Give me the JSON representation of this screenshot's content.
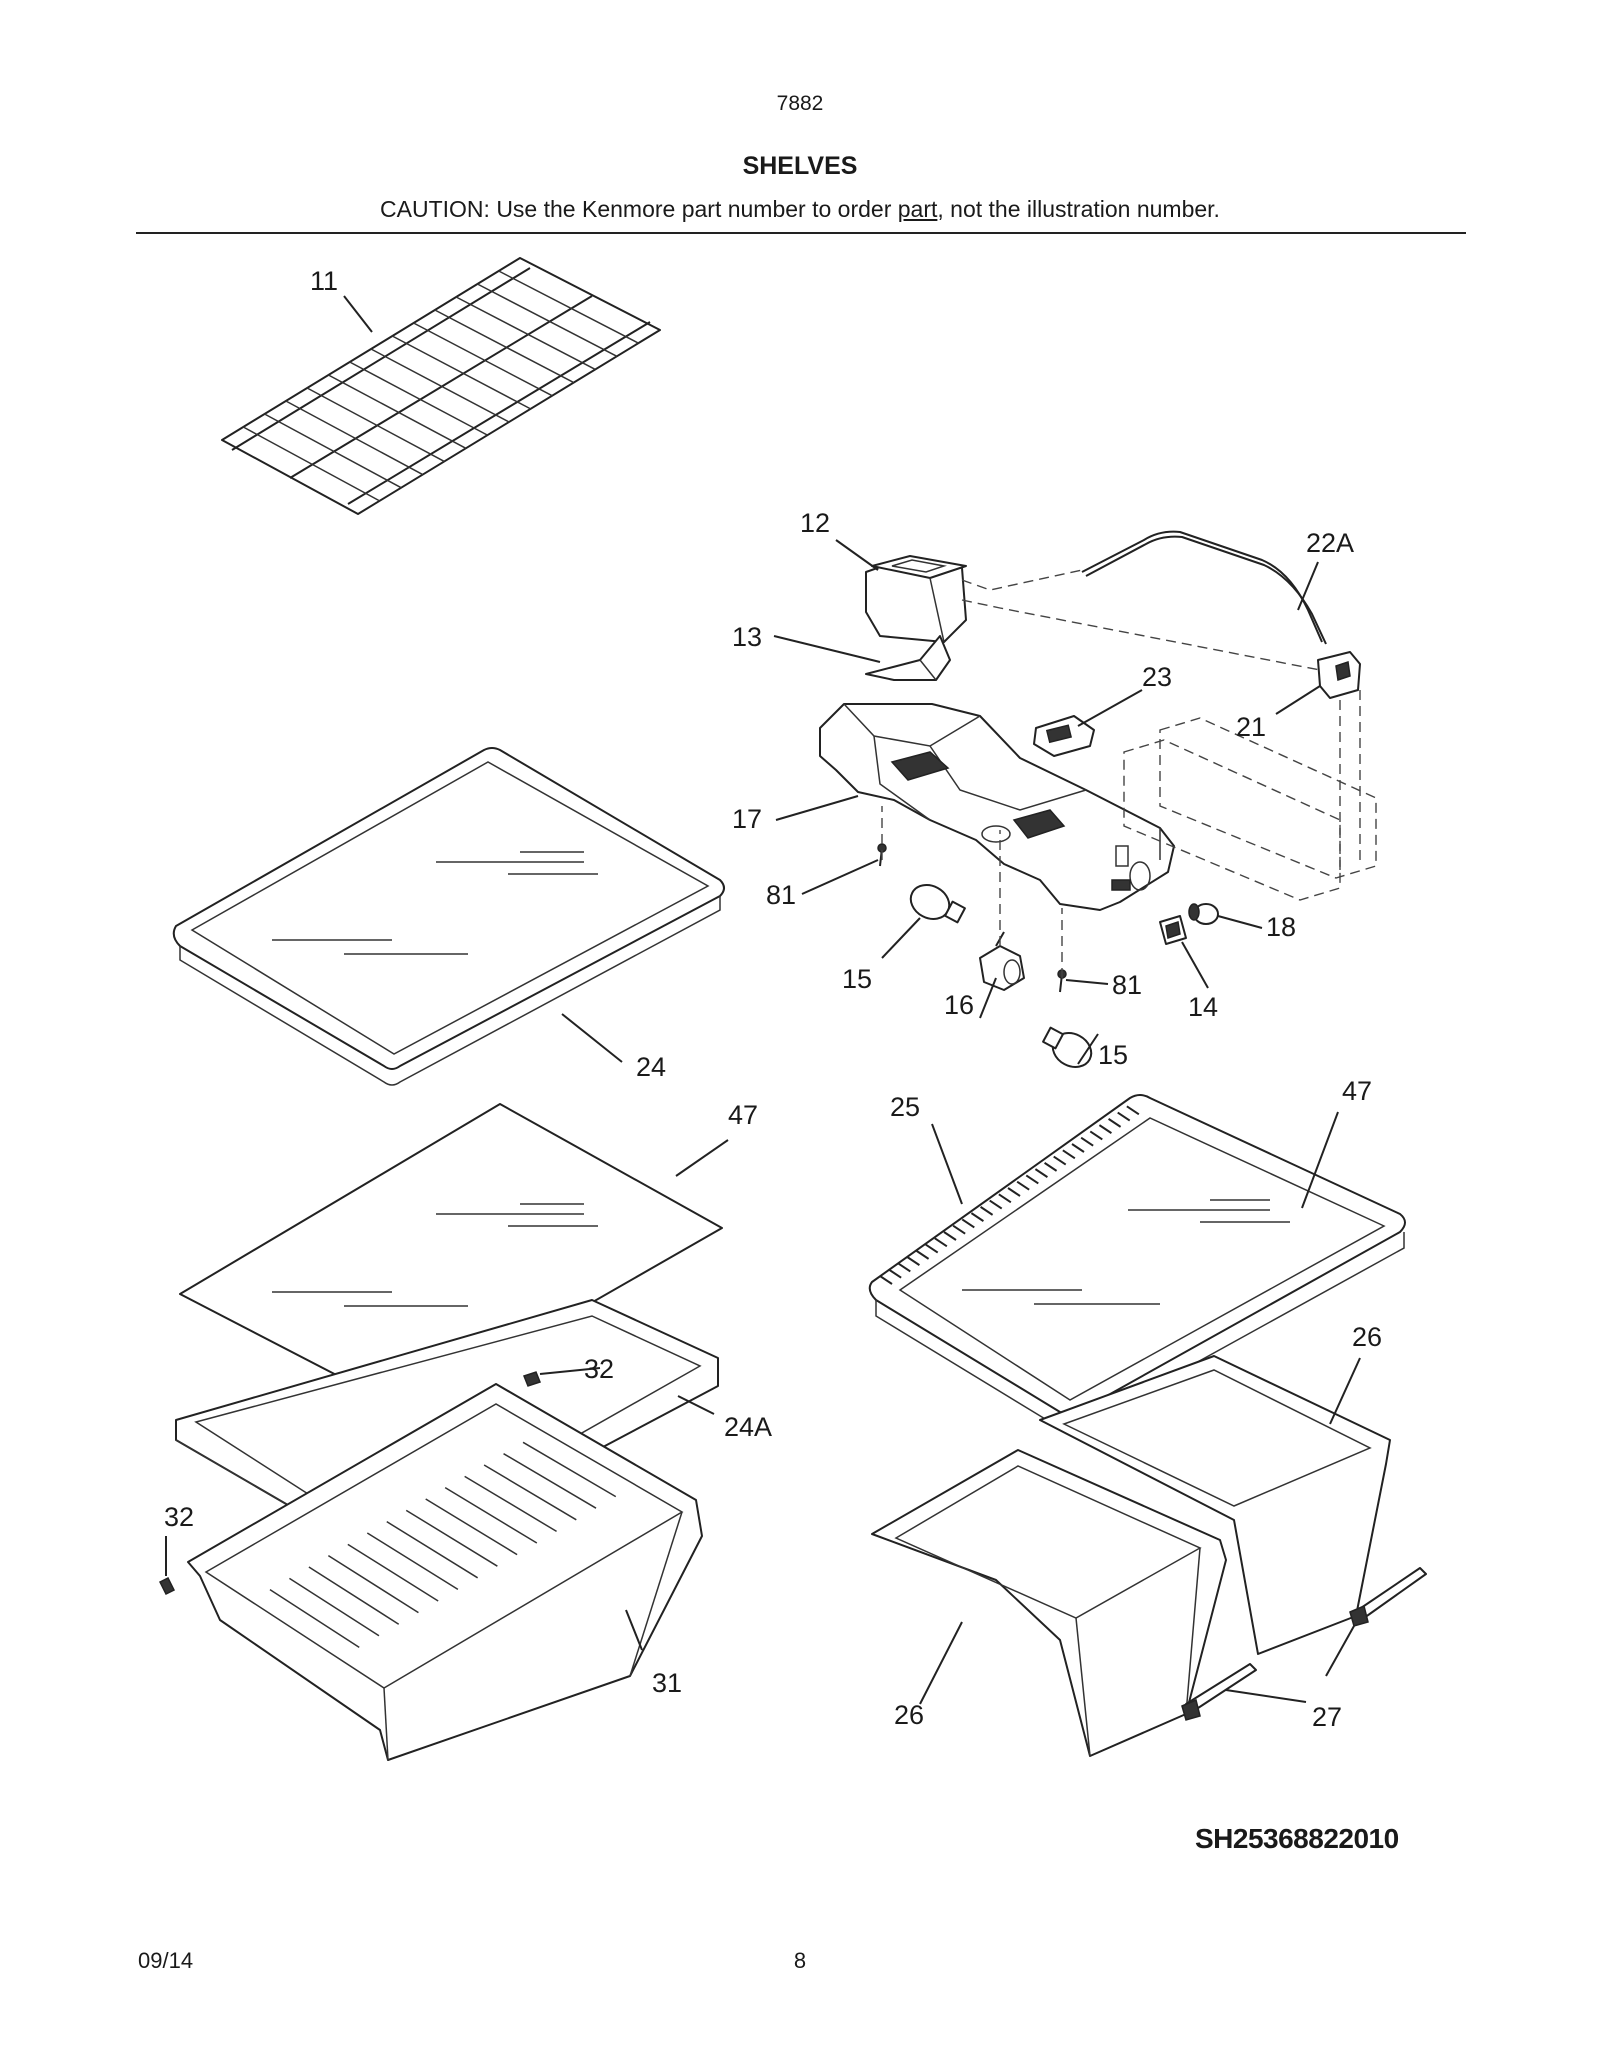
{
  "header": {
    "model": "7882",
    "title": "SHELVES",
    "caution_pre": "CAUTION: Use the Kenmore part number to order ",
    "caution_underlined": "part",
    "caution_post": ", not the illustration number."
  },
  "callouts": {
    "c11": "11",
    "c12": "12",
    "c13": "13",
    "c22a": "22A",
    "c23": "23",
    "c21": "21",
    "c17": "17",
    "c81a": "81",
    "c18": "18",
    "c15a": "15",
    "c16": "16",
    "c81b": "81",
    "c14": "14",
    "c15b": "15",
    "c24": "24",
    "c47a": "47",
    "c25": "25",
    "c47b": "47",
    "c32a": "32",
    "c24a": "24A",
    "c26a": "26",
    "c32b": "32",
    "c31": "31",
    "c26b": "26",
    "c27": "27"
  },
  "footer": {
    "diagram_code": "SH25368822010",
    "date": "09/14",
    "page_number": "8"
  }
}
